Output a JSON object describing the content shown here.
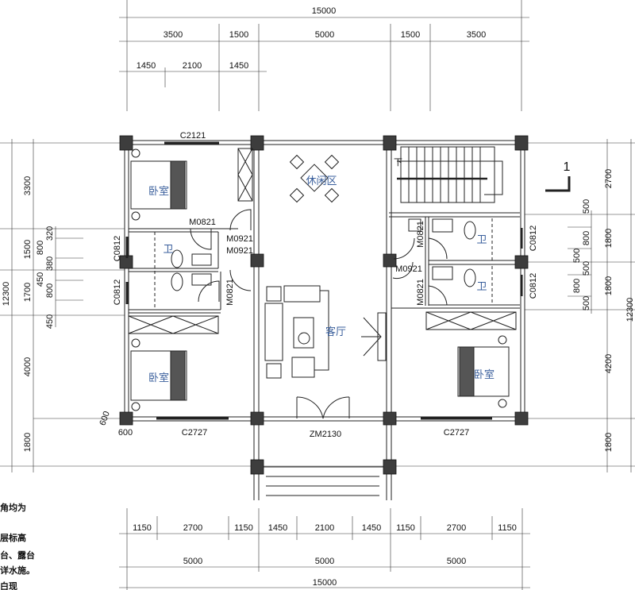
{
  "plan": {
    "top_dims": {
      "total": "15000",
      "row2": [
        "3500",
        "1500",
        "5000",
        "1500",
        "3500"
      ],
      "row3": [
        "1450",
        "2100",
        "1450"
      ]
    },
    "bottom_dims": {
      "row1": [
        "1150",
        "2700",
        "1150",
        "1450",
        "2100",
        "1450",
        "1150",
        "2700",
        "1150"
      ],
      "row2": [
        "5000",
        "5000",
        "5000"
      ],
      "total": "15000"
    },
    "left_dims": {
      "total": "12300",
      "outer": [
        "3300",
        "1500",
        "1700",
        "450",
        "4000",
        "1800"
      ],
      "inner": [
        "320",
        "800",
        "380",
        "450",
        "800"
      ],
      "column_size": [
        "600",
        "600"
      ]
    },
    "right_dims": {
      "total": "12300",
      "outer": [
        "2700",
        "1800",
        "1800",
        "4200",
        "1800"
      ],
      "inner": [
        "500",
        "800",
        "500",
        "500",
        "800",
        "500"
      ]
    },
    "rooms": {
      "bedroom_tl": "卧室",
      "bedroom_bl": "卧室",
      "bedroom_r": "卧室",
      "bath": "卫",
      "leisure": "休闲区",
      "living": "客厅",
      "stair_down": "下"
    },
    "openings": {
      "c2121": "C2121",
      "m0821": "M0821",
      "m0921": "M0921",
      "c0812": "C0812",
      "c2727": "C2727",
      "zm2130": "ZM2130"
    },
    "section_mark": "1",
    "notes": [
      "角均为",
      "层标高",
      "台、露台",
      "详水施。",
      "白现"
    ],
    "colors": {
      "line": "#222222",
      "column": "#3d3d3d",
      "room_label": "#3a5f9c"
    }
  }
}
